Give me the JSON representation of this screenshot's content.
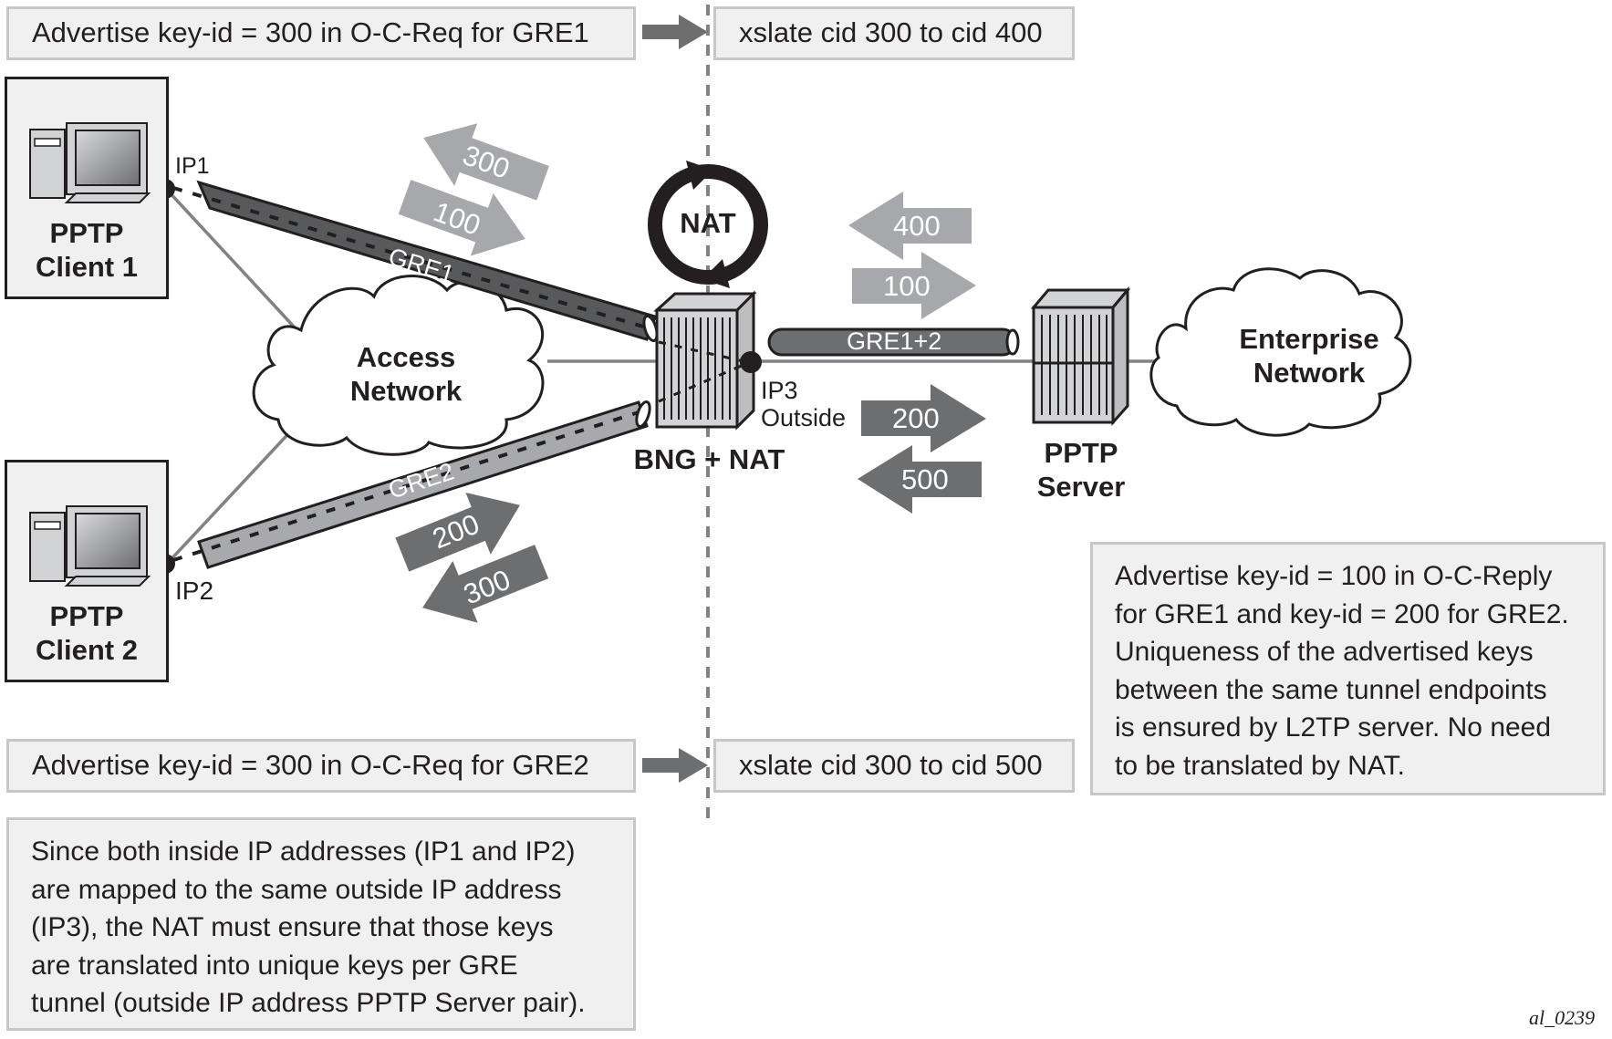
{
  "colors": {
    "box_fill": "#eff0ef",
    "box_border": "#c6c7c6",
    "arrow_dark": "#6d6e70",
    "arrow_light": "#a6a8ab",
    "tunnel_dark": "#58595b",
    "tunnel_light": "#a7a9ac",
    "text": "#231f20"
  },
  "top_left_note": "Advertise key-id = 300 in O-C-Req for GRE1",
  "top_right_note": "xslate cid 300 to cid 400",
  "bottom_left_note": "Advertise key-id = 300 in O-C-Req for GRE2",
  "bottom_right_note": "xslate cid 300 to cid 500",
  "server_note": [
    "Advertise key-id = 100 in O-C-Reply",
    "for GRE1 and key-id = 200 for GRE2.",
    "Uniqueness of the advertised keys",
    "between the same tunnel endpoints",
    "is ensured by L2TP server. No need",
    "to be translated by NAT."
  ],
  "nat_note": [
    "Since both inside IP addresses (IP1 and IP2)",
    "are mapped to the same outside IP address",
    "(IP3), the NAT must ensure that those keys",
    "are translated into unique keys per GRE",
    "tunnel (outside IP address PPTP Server pair)."
  ],
  "nodes": {
    "client1": {
      "line1": "PPTP",
      "line2": "Client 1",
      "ip": "IP1"
    },
    "client2": {
      "line1": "PPTP",
      "line2": "Client 2",
      "ip": "IP2"
    },
    "access_network": {
      "line1": "Access",
      "line2": "Network"
    },
    "bng": {
      "label": "BNG + NAT",
      "ip": "IP3",
      "ip_sub": "Outside",
      "nat_badge": "NAT"
    },
    "server": {
      "line1": "PPTP",
      "line2": "Server"
    },
    "enterprise": {
      "line1": "Enterprise",
      "line2": "Network"
    }
  },
  "tunnels": {
    "gre1": "GRE1",
    "gre2": "GRE2",
    "gre12": "GRE1+2"
  },
  "key_arrows": {
    "gre1_in": "300",
    "gre1_out": "100",
    "gre2_out": "200",
    "gre2_in": "300",
    "outside_gre1_to_server": "400",
    "outside_gre1_from_server": "100",
    "outside_gre2_from_server": "200",
    "outside_gre2_to_server": "500"
  },
  "figure_id": "al_0239"
}
